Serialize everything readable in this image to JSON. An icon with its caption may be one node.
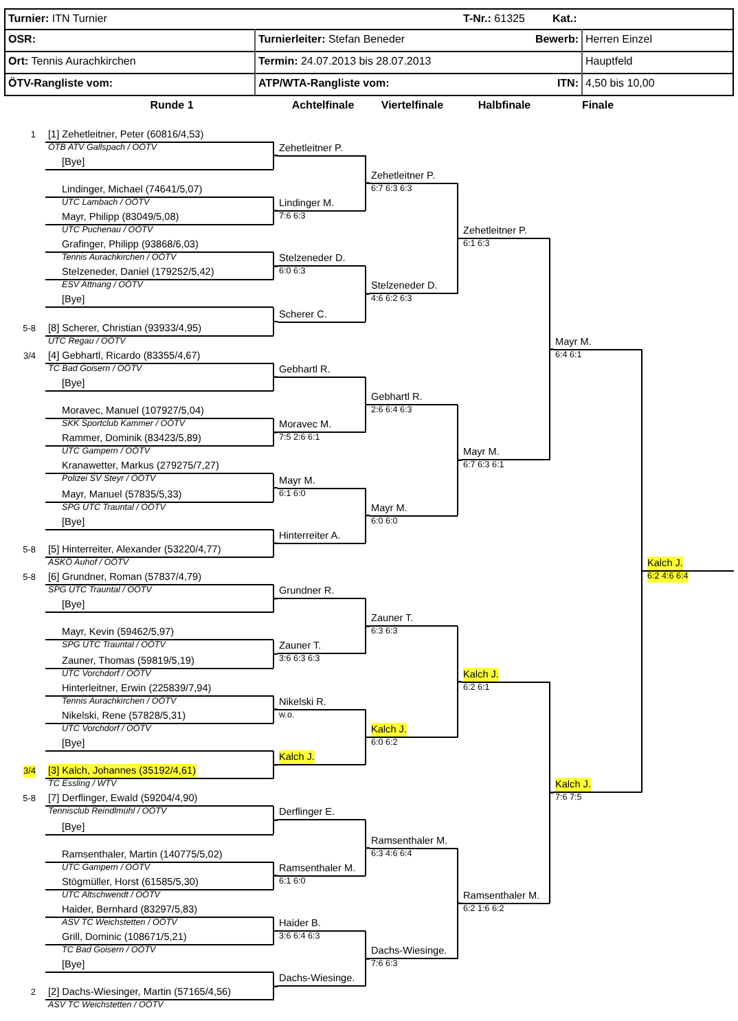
{
  "diagram": {
    "nodes": [
      {
        "text": [
          "[1] Zehetleitner, Peter (60816/4,53)",
          "ÖTB ATV Gallspach / OÖTV"
        ],
        "beside": [
          "1"
        ]
      },
      {
        "text": [
          "[Bye]"
        ]
      },
      {
        "text": [
          "Lindinger, Michael (74641/5,07)",
          "UTC Lambach / OÖTV"
        ]
      },
      {
        "text": [
          "Mayr, Philipp (83049/5,08)",
          "UTC Puchenau / OÖTV"
        ]
      },
      {
        "text": [
          "Grafinger, Philipp (93868/6,03)",
          "Tennis Aurachkirchen / OÖTV"
        ]
      },
      {
        "text": [
          "Stelzeneder, Daniel (179252/5,42)",
          "ESV Attnang / OÖTV"
        ]
      },
      {
        "text": [
          "[Bye]"
        ]
      },
      {
        "text": [
          "[8] Scherer, Christian (93933/4,95)",
          "UTC Regau / OÖTV"
        ],
        "beside": [
          "5-8"
        ]
      },
      {
        "text": [
          "[4] Gebhartl, Ricardo (83355/4,67)",
          "TC Bad Goisern / OÖTV"
        ],
        "beside": [
          "3/4"
        ]
      },
      {
        "text": [
          "[Bye]"
        ]
      },
      {
        "text": [
          "Moravec, Manuel (107927/5,04)",
          "SKK Sportclub Kammer / OÖTV"
        ]
      },
      {
        "text": [
          "Rammer, Dominik (83423/5,89)",
          "UTC Gampern / OÖTV"
        ]
      },
      {
        "text": [
          "Kranawetter, Markus (279275/7,27)",
          "Polizei SV Steyr / OÖTV"
        ]
      },
      {
        "text": [
          "Mayr, Manuel (57835/5,33)",
          "SPG UTC Trauntal / OÖTV"
        ]
      },
      {
        "text": [
          "[Bye]"
        ]
      },
      {
        "text": [
          "[5] Hinterreiter, Alexander (53220/4,77)",
          "ASKÖ Auhof / OÖTV"
        ],
        "beside": [
          "5-8"
        ]
      },
      {
        "text": [
          "[6] Grundner, Roman (57837/4,79)",
          "SPG UTC Trauntal / OÖTV"
        ],
        "beside": [
          "5-8"
        ]
      },
      {
        "text": [
          "[Bye]"
        ]
      },
      {
        "text": [
          "Mayr, Kevin (59462/5,97)",
          "SPG UTC Trauntal / OÖTV"
        ]
      },
      {
        "text": [
          "Zauner, Thomas (59819/5,19)",
          "UTC Vorchdorf / OÖTV"
        ]
      },
      {
        "text": [
          "Hinterleitner, Erwin (225839/7,94)",
          "Tennis Aurachkirchen / OÖTV"
        ]
      },
      {
        "text": [
          "Nikelski, Rene (57828/5,31)",
          "UTC Vorchdorf / OÖTV"
        ]
      },
      {
        "text": [
          "[Bye]"
        ]
      },
      {
        "text": [
          "[3] Kalch, Johannes (35192/4,61)",
          "TC Essling / WTV"
        ],
        "beside": [
          "3/4"
        ]
      },
      {
        "text": [
          "[7] Derflinger, Ewald (59204/4,90)",
          "Tennisclub Reindlmühl / OÖTV"
        ],
        "beside": [
          "5-8"
        ]
      },
      {
        "text": [
          "[Bye]"
        ]
      },
      {
        "text": [
          "Ramsenthaler, Martin (140775/5,02)",
          "UTC Gampern / OÖTV"
        ]
      },
      {
        "text": [
          "Stögmüller, Horst (61585/5,30)",
          "UTC Altschwendt / OÖTV"
        ]
      },
      {
        "text": [
          "Haider, Bernhard (83297/5,83)",
          "ASV TC Weichstetten / OÖTV"
        ]
      },
      {
        "text": [
          "Grill, Dominic (108671/5,21)",
          "TC Bad Goisern / OÖTV"
        ]
      },
      {
        "text": [
          "[Bye]"
        ]
      },
      {
        "text": [
          "[2] Dachs-Wiesinger, Martin (57165/4,56)",
          "ASV TC Weichstetten / OÖTV"
        ],
        "beside": [
          "2"
        ]
      },
      {
        "text": [
          "Zehetleitner P."
        ]
      },
      {
        "text": [
          "Lindinger M.",
          "7:6 6:3"
        ]
      },
      {
        "text": [
          "Stelzeneder D.",
          "6:0 6:3"
        ]
      },
      {
        "text": [
          "Scherer C."
        ]
      },
      {
        "text": [
          "Gebhartl R."
        ]
      },
      {
        "text": [
          "Moravec M.",
          "7:5 2:6 6:1"
        ]
      },
      {
        "text": [
          "Mayr M.",
          "6:1 6:0"
        ]
      },
      {
        "text": [
          "Hinterreiter A."
        ]
      },
      {
        "text": [
          "Grundner R."
        ]
      },
      {
        "text": [
          "Zauner T.",
          "3:6 6:3 6:3"
        ]
      },
      {
        "text": [
          "Nikelski R.",
          "w.o."
        ]
      },
      {
        "text": [
          "Kalch J."
        ]
      },
      {
        "text": [
          "Derflinger E."
        ]
      },
      {
        "text": [
          "Ramsenthaler M.",
          "6:1 6:0"
        ]
      },
      {
        "text": [
          "Haider B.",
          "3:6 6:4 6:3"
        ]
      },
      {
        "text": [
          "Dachs-Wiesinge."
        ]
      },
      {
        "text": [
          "Zehetleitner P.",
          "6:7 6:3 6:3"
        ]
      },
      {
        "text": [
          "Stelzeneder D.",
          "4:6 6:2 6:3"
        ]
      },
      {
        "text": [
          "Gebhartl R.",
          "2:6 6:4 6:3"
        ]
      },
      {
        "text": [
          "Mayr M.",
          "6:0 6:0"
        ]
      },
      {
        "text": [
          "Zauner T.",
          "6:3 6:3"
        ]
      },
      {
        "text": [
          "Kalch J.",
          "6:0 6:2"
        ]
      },
      {
        "text": [
          "Ramsenthaler M.",
          "6:3 4:6 6:4"
        ]
      },
      {
        "text": [
          "Dachs-Wiesinge.",
          "7:6 6:3"
        ]
      },
      {
        "text": [
          "Zehetleitner P.",
          "6:1 6:3"
        ]
      },
      {
        "text": [
          "Mayr M.",
          "6:7 6:3 6:1"
        ]
      },
      {
        "text": [
          "Kalch J.",
          "6:2 6:1"
        ]
      },
      {
        "text": [
          "Ramsenthaler M.",
          "6:2 1:6 6:2"
        ]
      },
      {
        "text": [
          "Mayr M.",
          "6:4 6:1"
        ]
      },
      {
        "text": [
          "Kalch J.",
          "7:6 7:5"
        ]
      },
      {
        "text": [
          "Kalch J.",
          "6:2 4:6 6:4"
        ]
      }
    ],
    "edges": [
      {
        "from": 0,
        "to": 32,
        "arrow": "none"
      },
      {
        "from": 1,
        "to": 32,
        "arrow": "none"
      },
      {
        "from": 2,
        "to": 33,
        "arrow": "none"
      },
      {
        "from": 3,
        "to": 33,
        "arrow": "none"
      },
      {
        "from": 4,
        "to": 34,
        "arrow": "none"
      },
      {
        "from": 5,
        "to": 34,
        "arrow": "none"
      },
      {
        "from": 6,
        "to": 35,
        "arrow": "none"
      },
      {
        "from": 7,
        "to": 35,
        "arrow": "none"
      },
      {
        "from": 8,
        "to": 36,
        "arrow": "none"
      },
      {
        "from": 9,
        "to": 36,
        "arrow": "none"
      },
      {
        "from": 10,
        "to": 37,
        "arrow": "none"
      },
      {
        "from": 11,
        "to": 37,
        "arrow": "none"
      },
      {
        "from": 12,
        "to": 38,
        "arrow": "none"
      },
      {
        "from": 13,
        "to": 38,
        "arrow": "none"
      },
      {
        "from": 14,
        "to": 39,
        "arrow": "none"
      },
      {
        "from": 15,
        "to": 39,
        "arrow": "none"
      },
      {
        "from": 16,
        "to": 40,
        "arrow": "none"
      },
      {
        "from": 17,
        "to": 40,
        "arrow": "none"
      },
      {
        "from": 18,
        "to": 41,
        "arrow": "none"
      },
      {
        "from": 19,
        "to": 41,
        "arrow": "none"
      },
      {
        "from": 20,
        "to": 42,
        "arrow": "none"
      },
      {
        "from": 21,
        "to": 42,
        "arrow": "none"
      },
      {
        "from": 22,
        "to": 43,
        "arrow": "none"
      },
      {
        "from": 23,
        "to": 43,
        "arrow": "none"
      },
      {
        "from": 24,
        "to": 44,
        "arrow": "none"
      },
      {
        "from": 25,
        "to": 44,
        "arrow": "none"
      },
      {
        "from": 26,
        "to": 45,
        "arrow": "none"
      },
      {
        "from": 27,
        "to": 45,
        "arrow": "none"
      },
      {
        "from": 28,
        "to": 46,
        "arrow": "none"
      },
      {
        "from": 29,
        "to": 46,
        "arrow": "none"
      },
      {
        "from": 30,
        "to": 47,
        "arrow": "none"
      },
      {
        "from": 31,
        "to": 47,
        "arrow": "none"
      },
      {
        "from": 32,
        "to": 48,
        "arrow": "none"
      },
      {
        "from": 33,
        "to": 48,
        "arrow": "none"
      },
      {
        "from": 34,
        "to": 49,
        "arrow": "none"
      },
      {
        "from": 35,
        "to": 49,
        "arrow": "none"
      },
      {
        "from": 36,
        "to": 50,
        "arrow": "none"
      },
      {
        "from": 37,
        "to": 50,
        "arrow": "none"
      },
      {
        "from": 38,
        "to": 51,
        "arrow": "none"
      },
      {
        "from": 39,
        "to": 51,
        "arrow": "none"
      },
      {
        "from": 40,
        "to": 52,
        "arrow": "none"
      },
      {
        "from": 41,
        "to": 52,
        "arrow": "none"
      },
      {
        "from": 42,
        "to": 53,
        "arrow": "none"
      },
      {
        "from": 43,
        "to": 53,
        "arrow": "none"
      },
      {
        "from": 44,
        "to": 54,
        "arrow": "none"
      },
      {
        "from": 45,
        "to": 54,
        "arrow": "none"
      },
      {
        "from": 46,
        "to": 55,
        "arrow": "none"
      },
      {
        "from": 47,
        "to": 55,
        "arrow": "none"
      },
      {
        "from": 48,
        "to": 56,
        "arrow": "none"
      },
      {
        "from": 49,
        "to": 56,
        "arrow": "none"
      },
      {
        "from": 50,
        "to": 57,
        "arrow": "none"
      },
      {
        "from": 51,
        "to": 57,
        "arrow": "none"
      },
      {
        "from": 52,
        "to": 58,
        "arrow": "none"
      },
      {
        "from": 53,
        "to": 58,
        "arrow": "none"
      },
      {
        "from": 54,
        "to": 59,
        "arrow": "none"
      },
      {
        "from": 55,
        "to": 59,
        "arrow": "none"
      },
      {
        "from": 56,
        "to": 60,
        "arrow": "none"
      },
      {
        "from": 57,
        "to": 60,
        "arrow": "none"
      },
      {
        "from": 58,
        "to": 61,
        "arrow": "none"
      },
      {
        "from": 59,
        "to": 61,
        "arrow": "none"
      },
      {
        "from": 60,
        "to": 62,
        "arrow": "none"
      },
      {
        "from": 61,
        "to": 62,
        "arrow": "none"
      }
    ],
    "labels": [
      "**Turnier:** ITN Turnier",
      "**T-Nr.:** 61325",
      "Kat.:",
      "OSR:",
      "**Turnierleiter:** Stefan Beneder",
      "Bewerb:",
      "Herren Einzel",
      "**Ort:** Tennis Aurachkirchen",
      "**Termin:** 24.07.2013 bis 28.07.2013",
      "Hauptfeld",
      "ÖTV-Rangliste vom:",
      "ATP/WTA-Rangliste vom:",
      "ITN:",
      "4,50 bis 10,00",
      "Runde 1",
      "Achtelfinale",
      "Viertelfinale",
      "Halbfinale",
      "Finale"
    ]
  }
}
